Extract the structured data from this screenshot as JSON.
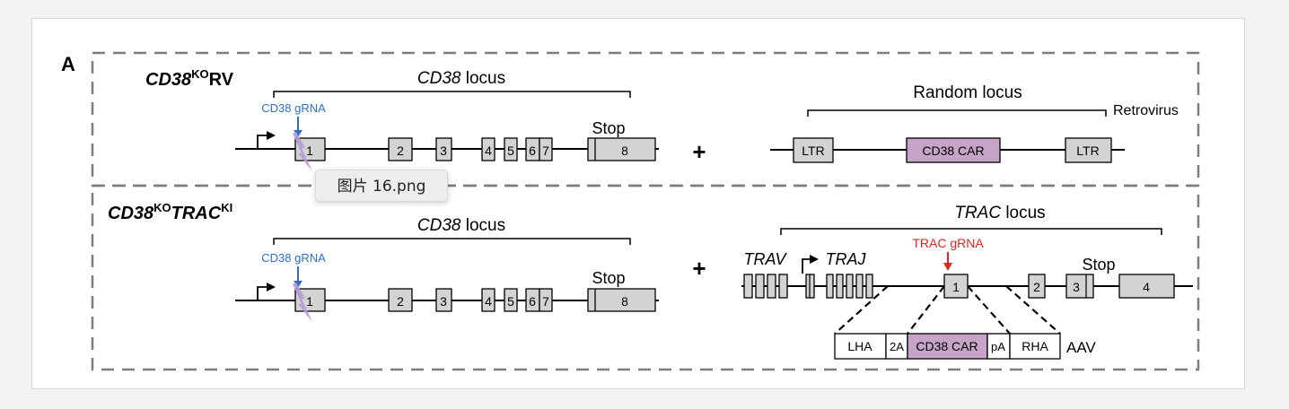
{
  "panel_letter": "A",
  "rows": [
    {
      "title_main": "CD38",
      "title_sup": "KO",
      "title_suffix": "RV",
      "left_locus_italic": "CD38",
      "left_locus_rest": " locus",
      "grna_label": "CD38 gRNA",
      "stop_label": "Stop",
      "exons": [
        "1",
        "2",
        "3",
        "4",
        "5",
        "6",
        "7",
        "8"
      ],
      "plus": "+",
      "right_locus": "Random locus",
      "retrovirus_label": "Retrovirus",
      "right_boxes": [
        "LTR",
        "CD38 CAR",
        "LTR"
      ]
    },
    {
      "title_main": "CD38",
      "title_sup1": "KO",
      "title_main2": "TRAC",
      "title_sup2": "KI",
      "left_locus_italic": "CD38",
      "left_locus_rest": " locus",
      "grna_label": "CD38 gRNA",
      "stop_label": "Stop",
      "exons": [
        "1",
        "2",
        "3",
        "4",
        "5",
        "6",
        "7",
        "8"
      ],
      "plus": "+",
      "right_locus_italic": "TRAC",
      "right_locus_rest": " locus",
      "trav_label": "TRAV",
      "traj_label": "TRAJ",
      "trac_grna_label": "TRAC gRNA",
      "trac_stop_label": "Stop",
      "trac_exons": [
        "1",
        "2",
        "3",
        "4"
      ],
      "aav_boxes": [
        "LHA",
        "2A",
        "CD38 CAR",
        "pA",
        "RHA"
      ],
      "aav_label": "AAV"
    }
  ],
  "tooltip": "图片 16.png",
  "colors": {
    "car_fill": "#c6a4c8",
    "grna_blue": "#2f6fc4",
    "trac_red": "#e1251b",
    "lightning": "#b59ad6",
    "exon_fill": "#d3d3d3",
    "dash_border": "#7d7d7d"
  }
}
